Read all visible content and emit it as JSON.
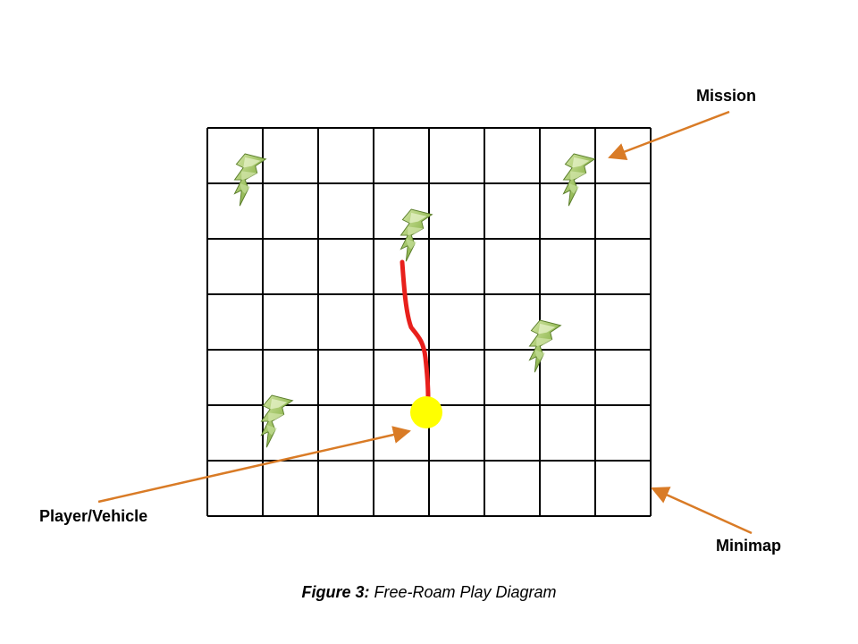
{
  "labels": {
    "mission": "Mission",
    "player": "Player/Vehicle",
    "minimap": "Minimap"
  },
  "caption": {
    "label": "Figure 3:",
    "text": " Free-Roam Play Diagram"
  },
  "grid": {
    "columns": 8,
    "rows": 7
  },
  "icons": {
    "mission_marker": "green-lightning-marker-icon",
    "player_marker": "yellow-circle-icon"
  },
  "colors": {
    "grid_line": "#000000",
    "arrow": "#d97b26",
    "path": "#e8201c",
    "player": "#ffff00",
    "mission_marker": "#8fb35a"
  }
}
